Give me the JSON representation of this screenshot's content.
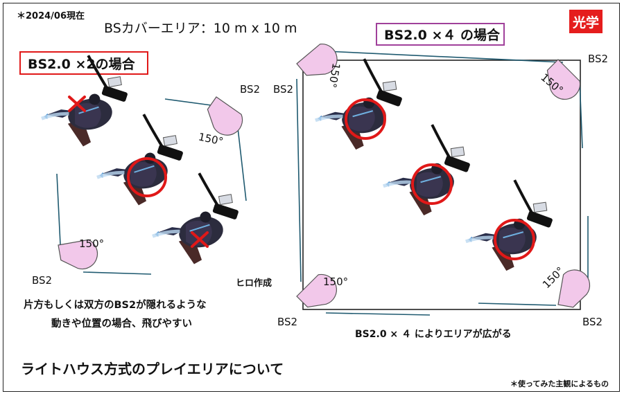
{
  "header": {
    "date_note": "＊2024/06現在",
    "cover_area": "BSカバーエリア：10 m x 10 m",
    "badge": "光学"
  },
  "left_panel": {
    "title": "BS2.0 ×2の場合",
    "bs_label": "BS2",
    "angle": "150°",
    "credit": "ヒロ作成",
    "description_line1": "片方もしくは双方のBS2が隠れるような",
    "description_line2": "動きや位置の場合、飛びやすい"
  },
  "right_panel": {
    "title": "BS2.0 ×４ の場合",
    "bs_label": "BS2",
    "angle": "150°",
    "area_note": "BS2.0 × ４ によりエリアが広がる"
  },
  "footer": {
    "title": "ライトハウス方式のプレイエリアについて",
    "note": "＊使ってみた主観によるもの"
  },
  "colors": {
    "badge_red": "#e51d1d",
    "box_red": "#e01818",
    "box_purple": "#a0409a",
    "station_fill": "#f2c8ea",
    "beam_line": "#1f5a70",
    "marker_red": "#e01818"
  }
}
